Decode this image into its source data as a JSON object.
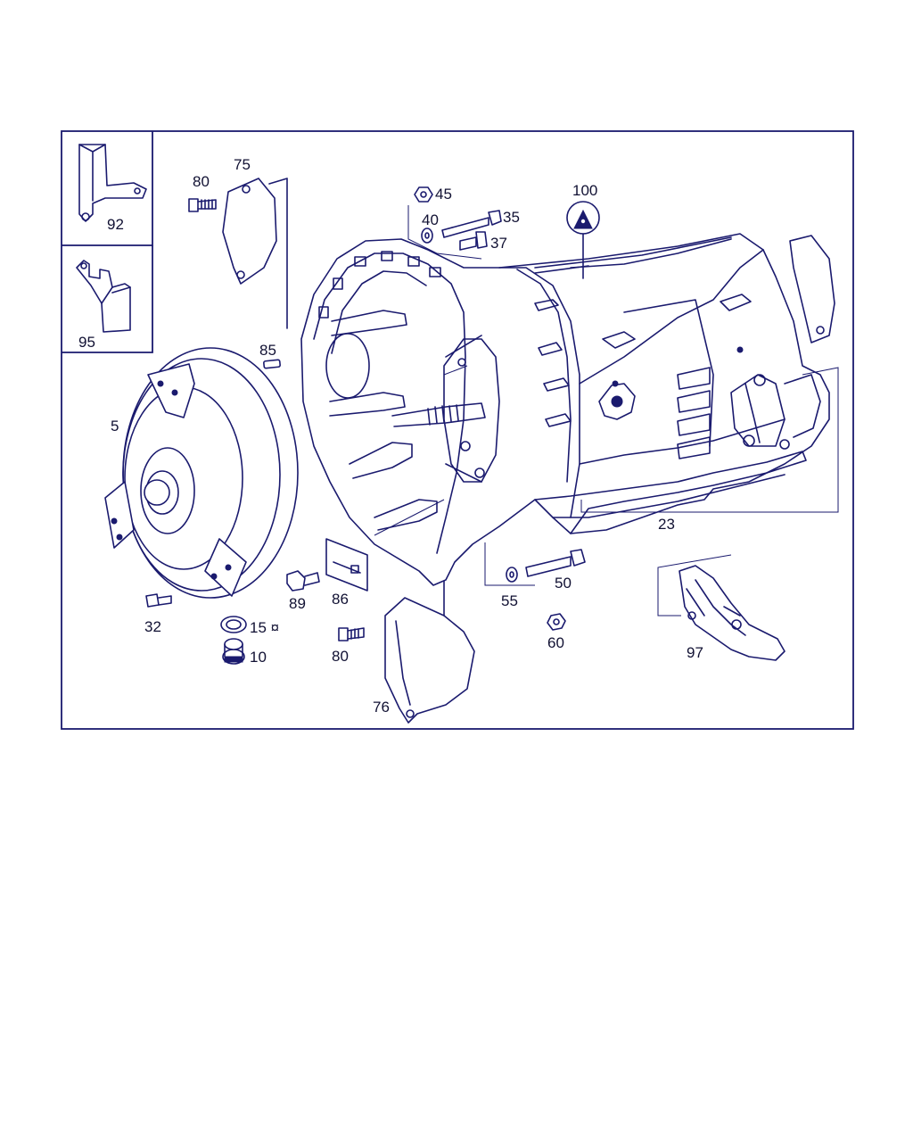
{
  "diagram": {
    "colors": {
      "line": "#1a1a6e",
      "label": "#111133",
      "background": "#ffffff"
    },
    "callouts": {
      "p5": "5",
      "p10": "10",
      "p15": "15 ¤",
      "p23": "23",
      "p32": "32",
      "p35": "35",
      "p37": "37",
      "p40": "40",
      "p45": "45",
      "p50": "50",
      "p55": "55",
      "p60": "60",
      "p75": "75",
      "p76": "76",
      "p80a": "80",
      "p80b": "80",
      "p85": "85",
      "p86": "86",
      "p89": "89",
      "p92": "92",
      "p95": "95",
      "p97": "97",
      "p100": "100"
    }
  }
}
